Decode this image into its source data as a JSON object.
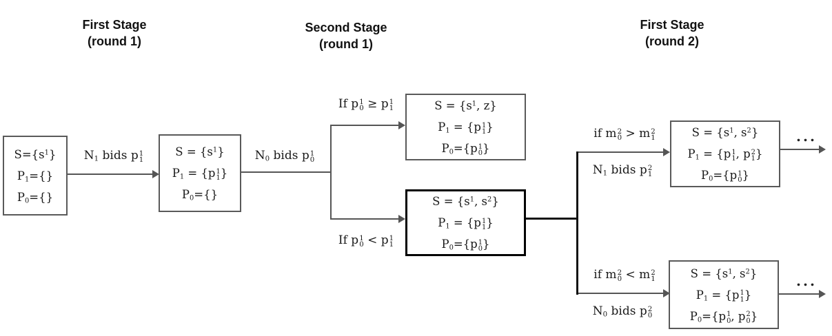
{
  "stage_headers": [
    {
      "line1": "First Stage",
      "line2": "(round 1)"
    },
    {
      "line1": "Second Stage",
      "line2": "(round 1)"
    },
    {
      "line1": "First Stage",
      "line2": "(round 2)"
    }
  ],
  "boxes": {
    "r1_initial": {
      "lines": [
        "S={s^1}",
        "P_1={}",
        "P_0={}"
      ]
    },
    "r1_after_n1": {
      "lines": [
        "S = {s^1}",
        "P_1 = {p_1^1}",
        "P_0={}"
      ]
    },
    "s2_top": {
      "lines": [
        "S = {s^1, z}",
        "P_1 = {p_1^1}",
        "P_0={p_0^1}"
      ]
    },
    "s2_bottom": {
      "lines": [
        "S = {s^1, s^2}",
        "P_1 = {p_1^1}",
        "P_0={p_0^1}"
      ]
    },
    "r2_top": {
      "lines": [
        "S = {s^1, s^2}",
        "P_1 = {p_1^1, p_1^2}",
        "P_0={p_0^1}"
      ]
    },
    "r2_bottom": {
      "lines": [
        "S = {s^1, s^2}",
        "P_1 = {p_1^1}",
        "P_0={p_0^1, p_0^2}"
      ]
    }
  },
  "edge_labels": {
    "n1_bids_r1": "N_1 bids p_1^1",
    "n0_bids_r1": "N_0 bids p_0^1",
    "cond_geq": "If p_0^1 ≥ p_1^1",
    "cond_lt": "If p_0^1 < p_1^1",
    "cond_m_gt": "if m_0^2 > m_1^2",
    "n1_bids_r2": "N_1 bids p_1^2",
    "cond_m_lt": "if m_0^2 < m_1^2",
    "n0_bids_r2": "N_0 bids p_0^2"
  },
  "ellipsis": {
    "top": "...",
    "bottom": "..."
  },
  "colors": {
    "background": "#ffffff",
    "text": "#1a1a1a",
    "box_border": "#595959",
    "bold_box_border": "#000000",
    "connector": "#555555",
    "bold_connector": "#111111"
  }
}
